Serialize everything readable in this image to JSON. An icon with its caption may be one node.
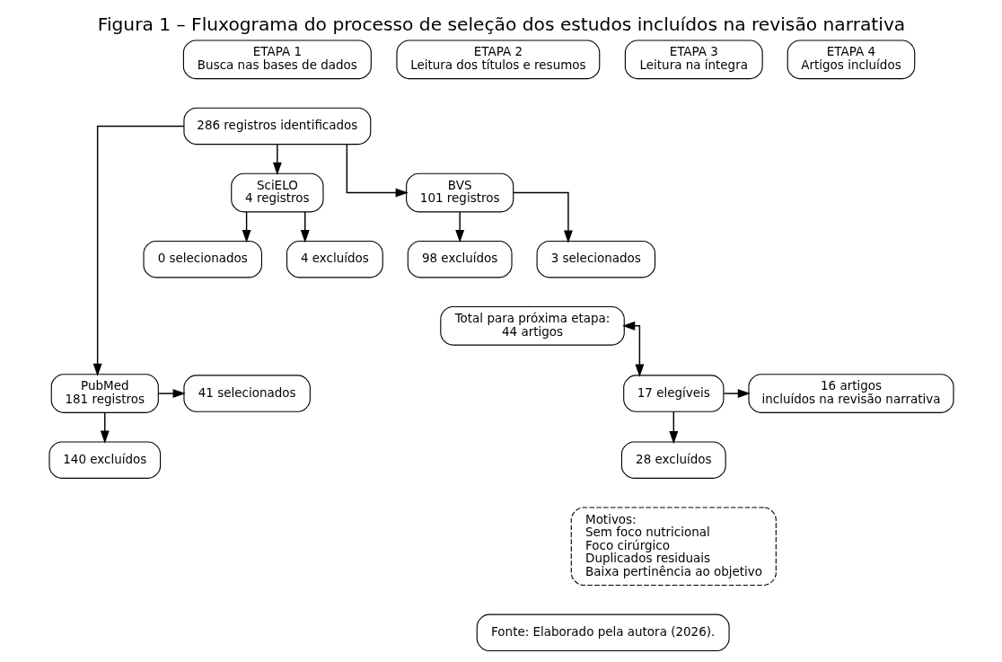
{
  "diagram": {
    "title": "Figura 1 – Fluxograma do processo de seleção dos estudos incluídos na revisão narrativa",
    "nodes": [
      {
        "text": [
          "ETAPA 1",
          "Busca nas bases de dados"
        ]
      },
      {
        "text": [
          "ETAPA 2",
          "Leitura dos títulos e resumos"
        ]
      },
      {
        "text": [
          "ETAPA 3",
          "Leitura na íntegra"
        ]
      },
      {
        "text": [
          "ETAPA 4",
          "Artigos incluídos"
        ]
      },
      {
        "text": [
          "286 registros identificados"
        ]
      },
      {
        "text": [
          "PubMed",
          "181 registros"
        ]
      },
      {
        "text": [
          "BVS",
          "101 registros"
        ]
      },
      {
        "text": [
          "SciELO",
          "4 registros"
        ]
      },
      {
        "text": [
          "41 selecionados"
        ]
      },
      {
        "text": [
          "140 excluídos"
        ]
      },
      {
        "text": [
          "3 selecionados"
        ]
      },
      {
        "text": [
          "98 excluídos"
        ]
      },
      {
        "text": [
          "0 selecionados"
        ]
      },
      {
        "text": [
          "4 excluídos"
        ]
      },
      {
        "text": [
          "Total para próxima etapa:",
          "44 artigos"
        ]
      },
      {
        "text": [
          "17 elegíveis"
        ]
      },
      {
        "text": [
          "28 excluídos"
        ]
      },
      {
        "text": [
          "Motivos:",
          "Sem foco nutricional",
          "Foco cirúrgico",
          "Duplicados residuais",
          "Baixa pertinência ao objetivo"
        ]
      },
      {
        "text": [
          "16 artigos",
          "incluídos na revisão narrativa"
        ]
      },
      {
        "text": [
          "Fonte: Elaborado pela autora (2026)."
        ]
      }
    ],
    "edges": [
      {
        "from": 4,
        "to": 5,
        "arrow": "to"
      },
      {
        "from": 4,
        "to": 6,
        "arrow": "to"
      },
      {
        "from": 4,
        "to": 7,
        "arrow": "to"
      },
      {
        "from": 5,
        "to": 8,
        "arrow": "to"
      },
      {
        "from": 5,
        "to": 9,
        "arrow": "to"
      },
      {
        "from": 6,
        "to": 10,
        "arrow": "to"
      },
      {
        "from": 6,
        "to": 11,
        "arrow": "to"
      },
      {
        "from": 7,
        "to": 12,
        "arrow": "to"
      },
      {
        "from": 7,
        "to": 13,
        "arrow": "to"
      },
      {
        "from": 14,
        "to": 15,
        "arrow": "both"
      },
      {
        "from": 15,
        "to": 16,
        "arrow": "to"
      },
      {
        "from": 15,
        "to": 18,
        "arrow": "to"
      }
    ]
  }
}
